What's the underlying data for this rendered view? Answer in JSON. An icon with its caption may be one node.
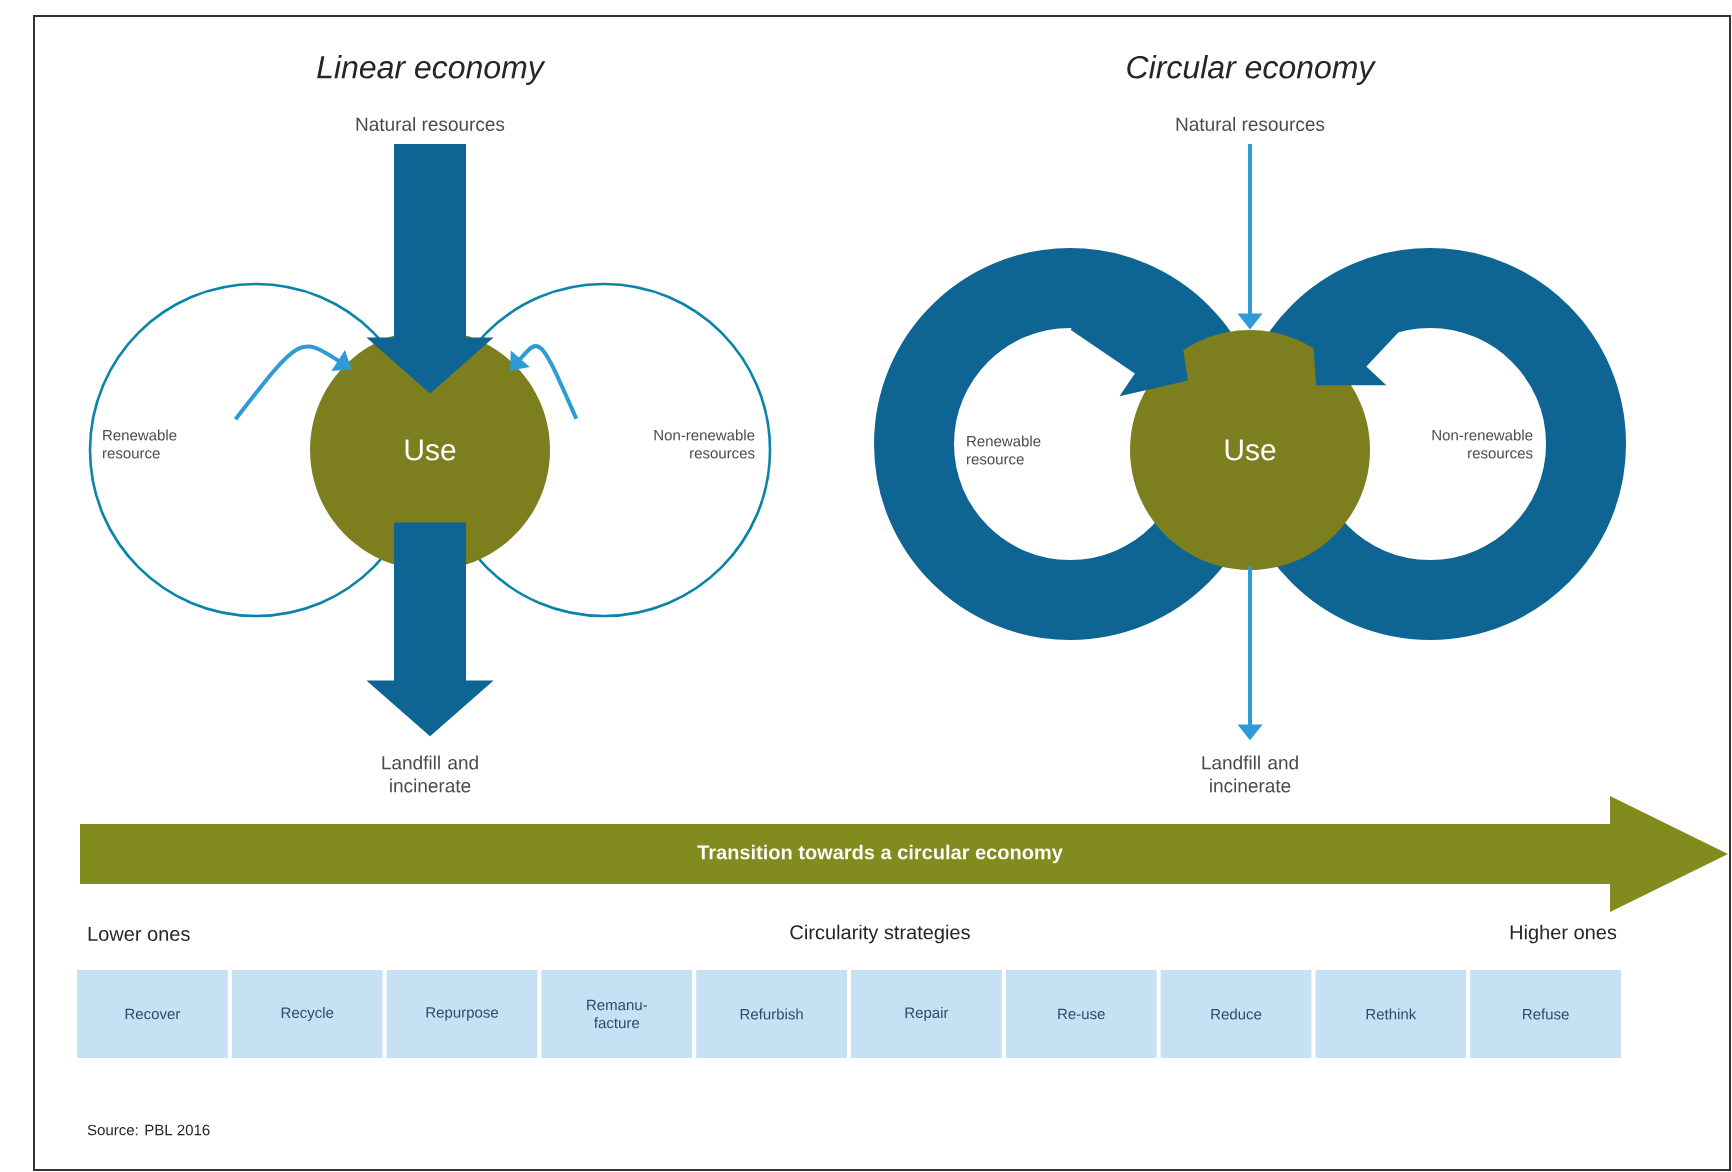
{
  "diagram": {
    "nodes": [
      {
        "text": [
          "Natural resources"
        ]
      },
      {
        "text": [
          "Use"
        ]
      },
      {
        "text": [
          "Landfill and incinerate"
        ]
      },
      {
        "text": [
          "Renewable resource"
        ]
      },
      {
        "text": [
          "Non-renewable resources"
        ]
      },
      {
        "text": [
          "Natural resources"
        ]
      },
      {
        "text": [
          "Use"
        ]
      },
      {
        "text": [
          "Landfill and incinerate"
        ]
      },
      {
        "text": [
          "Renewable resource"
        ]
      },
      {
        "text": [
          "Non-renewable resources"
        ]
      },
      {
        "text": [
          "Transition towards a circular economy"
        ]
      },
      {
        "text": [
          "Recover"
        ]
      },
      {
        "text": [
          "Recycle"
        ]
      },
      {
        "text": [
          "Repurpose"
        ]
      },
      {
        "text": [
          "Remanu- facture"
        ]
      },
      {
        "text": [
          "Refurbish"
        ]
      },
      {
        "text": [
          "Repair"
        ]
      },
      {
        "text": [
          "Re-use"
        ]
      },
      {
        "text": [
          "Reduce"
        ]
      },
      {
        "text": [
          "Rethink"
        ]
      },
      {
        "text": [
          "Refuse"
        ]
      }
    ],
    "edges": [
      {
        "from": 0,
        "to": 1,
        "arrow": "to",
        "style": "thick"
      },
      {
        "from": 1,
        "to": 2,
        "arrow": "to",
        "style": "thick"
      },
      {
        "from": 3,
        "to": 1,
        "arrow": "to",
        "color": "#2f9bd6"
      },
      {
        "from": 4,
        "to": 1,
        "arrow": "to",
        "color": "#2f9bd6"
      },
      {
        "from": 5,
        "to": 6,
        "arrow": "to",
        "color": "#2f9bd6"
      },
      {
        "from": 6,
        "to": 7,
        "arrow": "to",
        "color": "#2f9bd6"
      },
      {
        "from": 8,
        "to": 6,
        "arrow": "to",
        "style": "thick"
      },
      {
        "from": 9,
        "to": 6,
        "arrow": "to",
        "style": "thick"
      }
    ],
    "labels": [
      "Linear economy",
      "Circular economy",
      "Lower ones",
      "Circularity strategies",
      "Higher ones",
      "Source: PBL 2016"
    ]
  }
}
